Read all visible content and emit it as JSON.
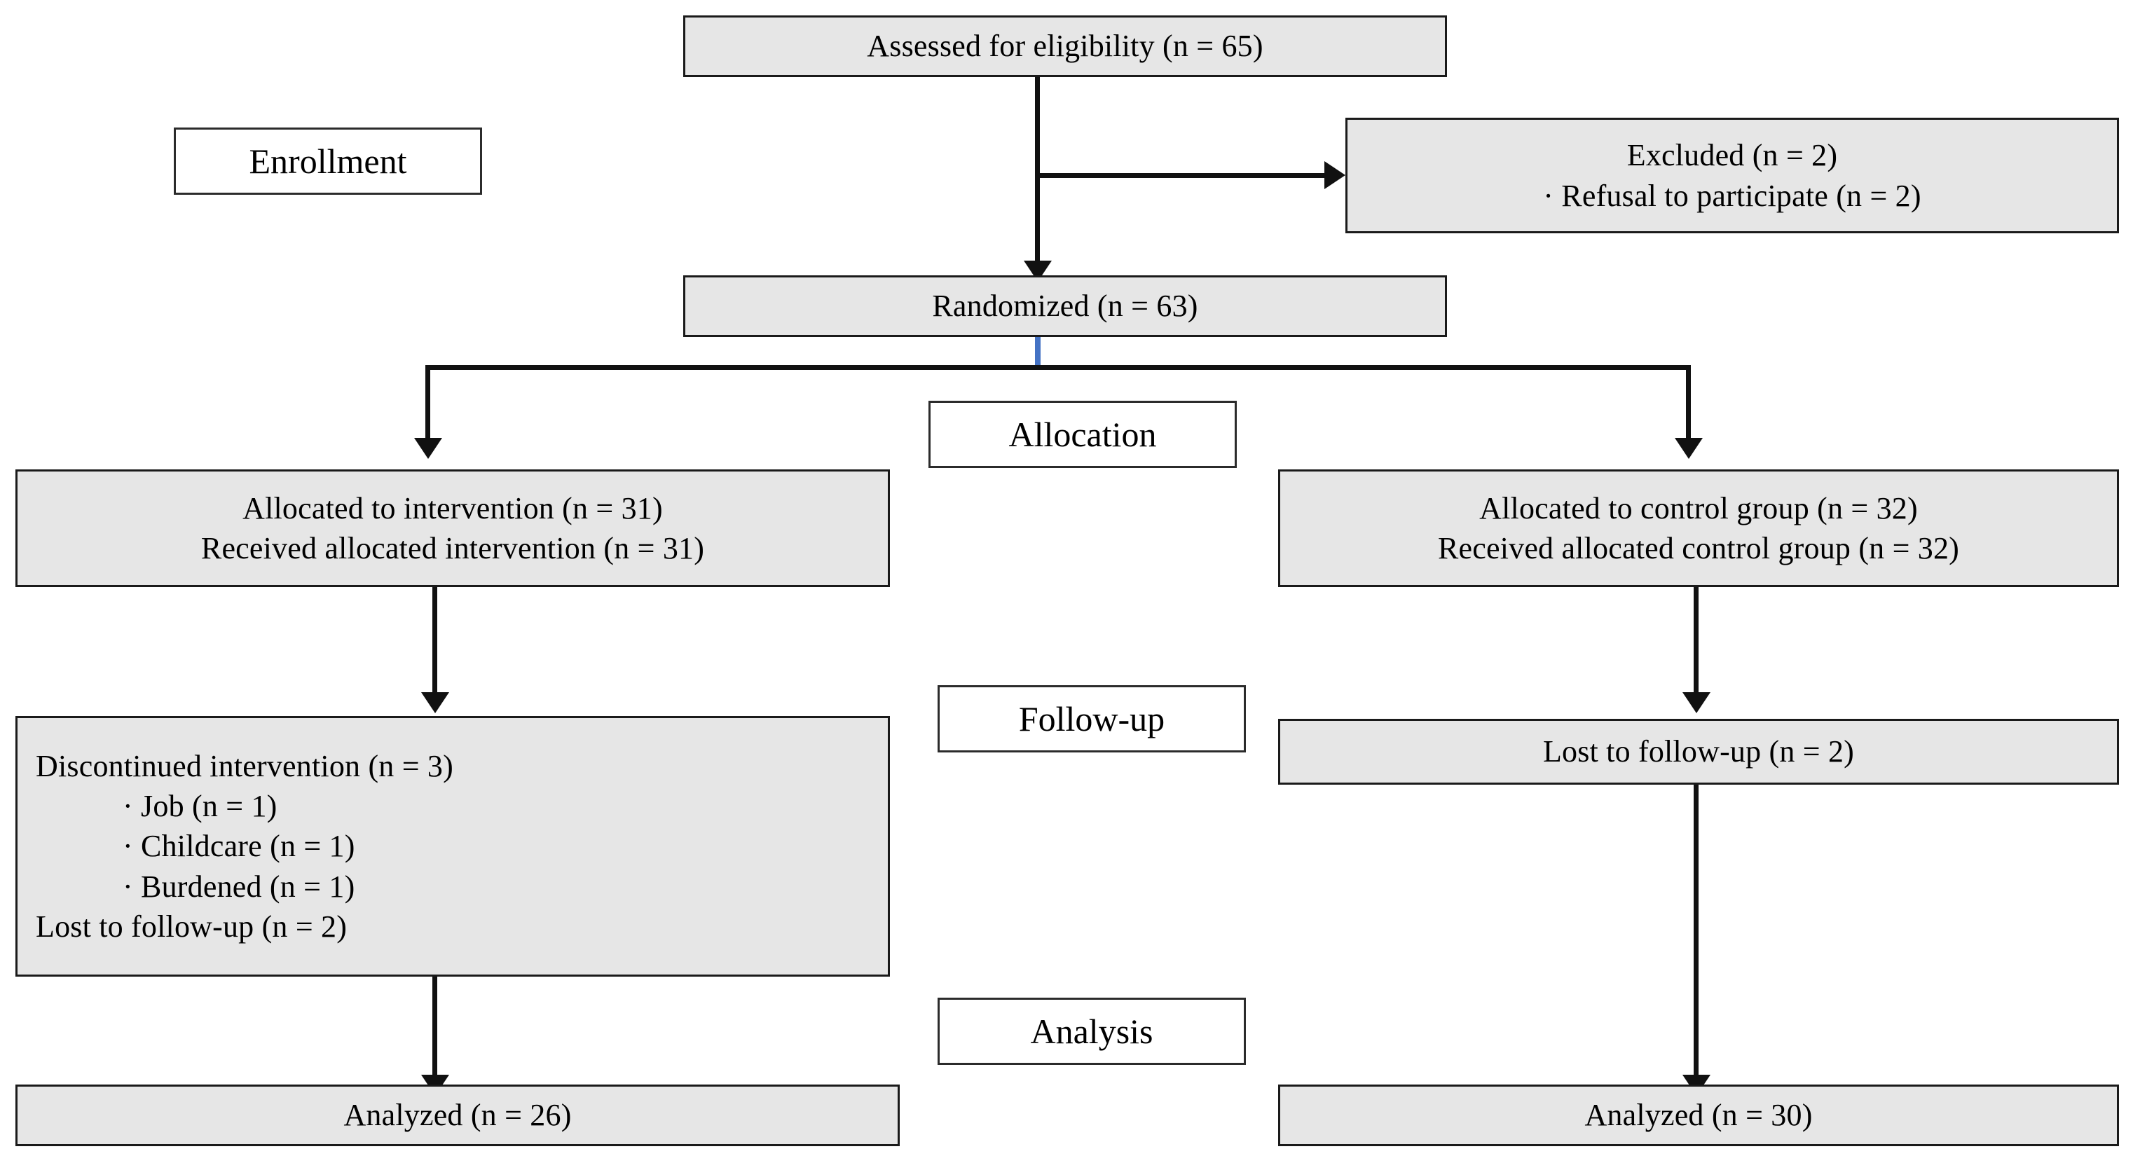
{
  "diagram": {
    "title": "CONSORT participant flow diagram",
    "fill_color": "#e6e6e6",
    "border_color": "#1a1a1a",
    "accent_color": "#4472c4",
    "background_color": "#ffffff"
  },
  "stage_labels": {
    "enrollment": "Enrollment",
    "allocation": "Allocation",
    "followup": "Follow-up",
    "analysis": "Analysis"
  },
  "nodes": {
    "assessed": {
      "line1": "Assessed for eligibility (n = 65)"
    },
    "excluded": {
      "line1": "Excluded (n = 2)",
      "line2": "· Refusal to participate (n = 2)"
    },
    "randomized": {
      "line1": "Randomized (n = 63)"
    },
    "allocated_intervention": {
      "line1": "Allocated to intervention (n = 31)",
      "line2": "Received allocated intervention (n = 31)"
    },
    "allocated_control": {
      "line1": "Allocated to control group (n = 32)",
      "line2": "Received allocated control group (n = 32)"
    },
    "followup_intervention": {
      "line1": "Discontinued intervention (n = 3)",
      "line2": "· Job (n = 1)",
      "line3": "· Childcare (n = 1)",
      "line4": "· Burdened (n = 1)",
      "line5": "Lost to follow-up (n = 2)"
    },
    "followup_control": {
      "line1": "Lost to follow-up (n = 2)"
    },
    "analyzed_intervention": {
      "line1": "Analyzed (n = 26)"
    },
    "analyzed_control": {
      "line1": "Analyzed (n = 30)"
    }
  },
  "chart_data": {
    "type": "diagram",
    "subtype": "consort-flow",
    "title": "CONSORT participant flow diagram",
    "stages": [
      "Enrollment",
      "Allocation",
      "Follow-up",
      "Analysis"
    ],
    "counts": {
      "assessed_for_eligibility": 65,
      "excluded_total": 2,
      "excluded_refusal_to_participate": 2,
      "randomized": 63,
      "allocated_intervention": 31,
      "received_allocated_intervention": 31,
      "allocated_control": 32,
      "received_allocated_control": 32,
      "discontinued_intervention": 3,
      "discontinued_job": 1,
      "discontinued_childcare": 1,
      "discontinued_burdened": 1,
      "lost_to_followup_intervention": 2,
      "lost_to_followup_control": 2,
      "analyzed_intervention": 26,
      "analyzed_control": 30
    },
    "arms": [
      "intervention",
      "control"
    ]
  }
}
